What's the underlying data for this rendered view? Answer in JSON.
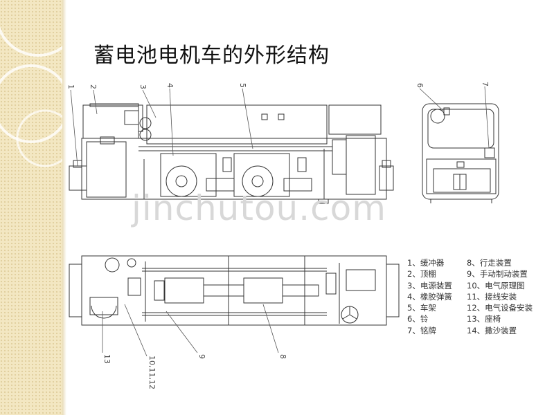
{
  "slide": {
    "title": "蓄电池电机车的外形结构",
    "watermark": "jinchutou.com"
  },
  "callouts": {
    "top": [
      "1",
      "2",
      "3",
      "4",
      "5",
      "6",
      "7"
    ],
    "bottom": [
      "13",
      "10,11,12",
      "9",
      "8"
    ]
  },
  "legend": {
    "left": [
      "1、缓冲器",
      "2、顶棚",
      "3、电源装置",
      "4、橡胶弹簧",
      "5、车架",
      "6、铃",
      "7、铭牌"
    ],
    "right": [
      "8、行走装置",
      "9、手动制动装置",
      "10、电气原理图",
      "11、接线安装",
      "12、电气设备安装",
      "13、座椅",
      "14、撒沙装置"
    ]
  }
}
